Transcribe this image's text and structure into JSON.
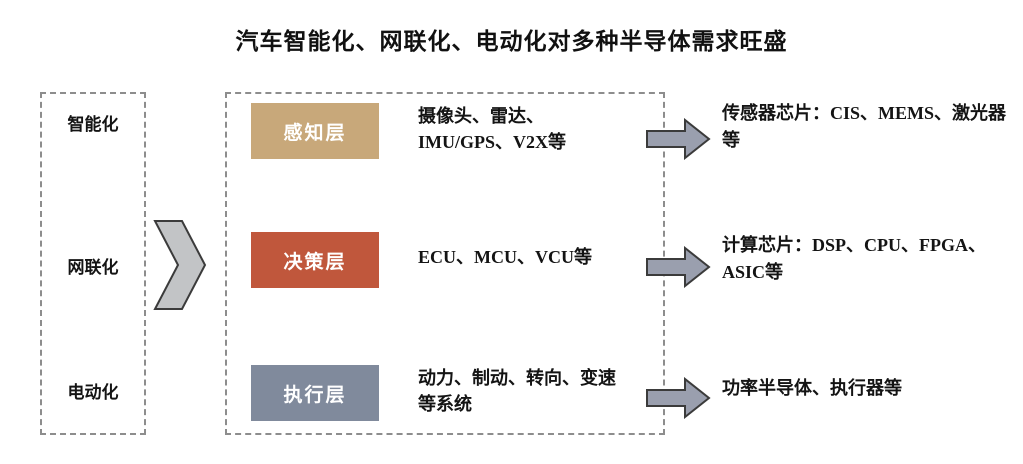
{
  "title": "汽车智能化、网联化、电动化对多种半导体需求旺盛",
  "colors": {
    "perception_layer": "#c8a87a",
    "decision_layer": "#c0573c",
    "execution_layer": "#808a9c",
    "arrow_fill": "#9a9fae",
    "arrow_stroke": "#3b3b3b",
    "chevron_fill": "#c2c4c6",
    "chevron_stroke": "#3b3b3b",
    "dashed_border": "#8d8d8d",
    "text": "#141414"
  },
  "categories": [
    {
      "label": "智能化"
    },
    {
      "label": "网联化"
    },
    {
      "label": "电动化"
    }
  ],
  "chevron": {
    "name": "stage-chevron"
  },
  "rows": [
    {
      "layer_label": "感知层",
      "layer_color": "#c8a87a",
      "components": "摄像头、雷达、IMU/GPS、V2X等",
      "arrow": "right-arrow",
      "result": "传感器芯片：CIS、MEMS、激光器等"
    },
    {
      "layer_label": "决策层",
      "layer_color": "#c0573c",
      "components": "ECU、MCU、VCU等",
      "arrow": "right-arrow",
      "result": "计算芯片：DSP、CPU、FPGA、ASIC等"
    },
    {
      "layer_label": "执行层",
      "layer_color": "#808a9c",
      "components": "动力、制动、转向、变速等系统",
      "arrow": "right-arrow",
      "result": "功率半导体、执行器等"
    }
  ]
}
